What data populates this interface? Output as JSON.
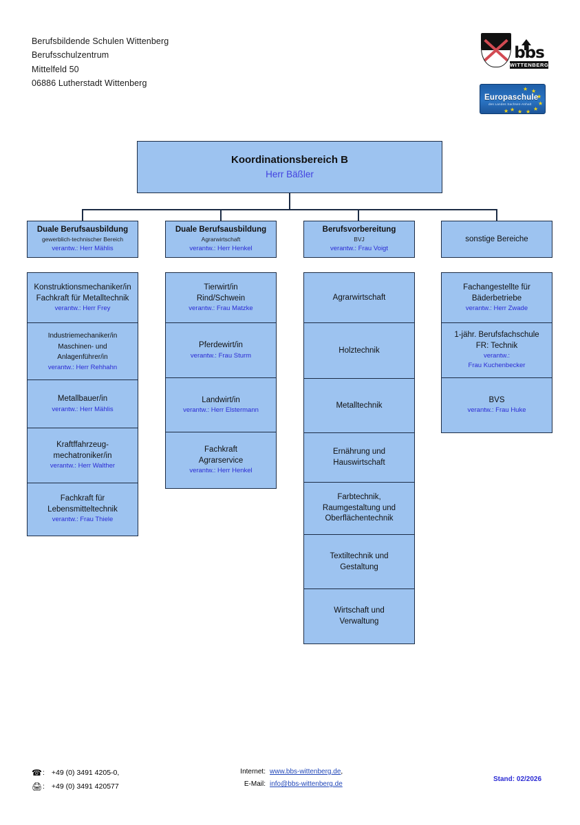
{
  "header": {
    "address_lines": [
      "Berufsbildende Schulen Wittenberg",
      "Berufsschulzentrum",
      "Mittelfeld 50",
      "06886 Lutherstadt Wittenberg"
    ],
    "logo": {
      "bbs_text": "bbs",
      "bbs_sub": "WITTENBERG",
      "europa_title": "Europaschule",
      "europa_sub": "des Landes Sachsen-Anhalt"
    }
  },
  "chart_root": {
    "title": "Koordinationsbereich B",
    "responsible": "Herr Bäßler"
  },
  "columns": [
    {
      "header": {
        "title": "Duale Berufsausbildung",
        "subtitle": "gewerblich-technischer Bereich",
        "responsible": "verantw.: Herr Mählis"
      },
      "items": [
        {
          "lines": [
            "Konstruktionsmechaniker/in",
            "Fachkraft für Metalltechnik"
          ],
          "responsible": "verantw.: Herr Frey"
        },
        {
          "lines": [
            "Industriemechaniker/in",
            "Maschinen- und",
            "Anlagenführer/in"
          ],
          "responsible": "verantw.: Herr Rehhahn"
        },
        {
          "lines": [
            "Metallbauer/in"
          ],
          "responsible": "verantw.: Herr Mählis"
        },
        {
          "lines": [
            "Kraftffahrzeug-",
            "mechatroniker/in"
          ],
          "responsible": "verantw.: Herr Walther"
        },
        {
          "lines": [
            "Fachkraft für",
            "Lebensmitteltechnik"
          ],
          "responsible": "verantw.: Frau Thiele"
        }
      ]
    },
    {
      "header": {
        "title": "Duale Berufsausbildung",
        "subtitle": "Agrarwirtschaft",
        "responsible": "verantw.: Herr Henkel"
      },
      "items": [
        {
          "lines": [
            "Tierwirt/in",
            "Rind/Schwein"
          ],
          "responsible": "verantw.: Frau Matzke"
        },
        {
          "lines": [
            "Pferdewirt/in"
          ],
          "responsible": "verantw.: Frau Sturm"
        },
        {
          "lines": [
            "Landwirt/in"
          ],
          "responsible": "verantw.: Herr Elstermann"
        },
        {
          "lines": [
            "Fachkraft",
            "Agrarservice"
          ],
          "responsible": "verantw.: Herr Henkel"
        }
      ]
    },
    {
      "header": {
        "title": "Berufsvorbereitung",
        "subtitle": "BVJ",
        "responsible": "verantw.: Frau Voigt"
      },
      "items": [
        {
          "lines": [
            "Agrarwirtschaft"
          ],
          "responsible": ""
        },
        {
          "lines": [
            "Holztechnik"
          ],
          "responsible": ""
        },
        {
          "lines": [
            "Metalltechnik"
          ],
          "responsible": ""
        },
        {
          "lines": [
            "Ernährung und",
            "Hauswirtschaft"
          ],
          "responsible": ""
        },
        {
          "lines": [
            "Farbtechnik,",
            "Raumgestaltung und",
            "Oberflächentechnik"
          ],
          "responsible": ""
        },
        {
          "lines": [
            "Textiltechnik und",
            "Gestaltung"
          ],
          "responsible": ""
        },
        {
          "lines": [
            "Wirtschaft und",
            "Verwaltung"
          ],
          "responsible": ""
        }
      ]
    },
    {
      "header": {
        "title": "sonstige Bereiche",
        "subtitle": "",
        "responsible": ""
      },
      "items": [
        {
          "lines": [
            "Fachangestellte für",
            "Bäderbetriebe"
          ],
          "responsible": "verantw.: Herr Zwade"
        },
        {
          "lines": [
            "1-jähr. Berufsfachschule",
            "FR: Technik"
          ],
          "responsible": "verantw.:",
          "responsible2": "Frau Kuchenbecker"
        },
        {
          "lines": [
            "BVS"
          ],
          "responsible": "verantw.: Frau Huke"
        }
      ]
    }
  ],
  "footer": {
    "phone_icon": "telephone-icon",
    "fax_icon": "fax-icon",
    "phone_sep": ":",
    "fax_sep": ":",
    "phone": "+49 (0) 3491 4205-0,",
    "fax": "+49 (0) 3491 420577",
    "internet_label": "Internet:",
    "internet_value": "www.bbs-wittenberg.de",
    "internet_trailing": ",",
    "email_label": "E-Mail:",
    "email_value": "info@bbs-wittenberg.de",
    "stand": "Stand: 02/2026"
  },
  "colors": {
    "node_fill": "#9dc3f0",
    "node_border": "#1b2b44",
    "responsible_text": "#2b2bd4",
    "link": "#2046b8"
  }
}
